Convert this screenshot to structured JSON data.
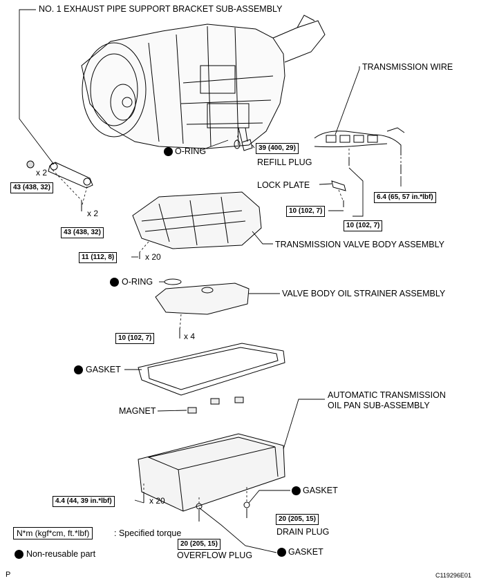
{
  "labels": {
    "bracket": "NO. 1 EXHAUST PIPE SUPPORT BRACKET SUB-ASSEMBLY",
    "trans_wire": "TRANSMISSION WIRE",
    "o_ring_top": "O-RING",
    "refill_plug": "REFILL PLUG",
    "lock_plate": "LOCK PLATE",
    "valve_body": "TRANSMISSION VALVE BODY ASSEMBLY",
    "o_ring_mid": "O-RING",
    "strainer": "VALVE BODY OIL STRAINER ASSEMBLY",
    "gasket_top": "GASKET",
    "magnet": "MAGNET",
    "oil_pan_1": "AUTOMATIC TRANSMISSION",
    "oil_pan_2": "OIL PAN SUB-ASSEMBLY",
    "gasket_right": "GASKET",
    "drain_plug": "DRAIN PLUG",
    "gasket_bottom": "GASKET",
    "overflow_plug": "OVERFLOW PLUG"
  },
  "torques": {
    "refill": "39 (400, 29)",
    "bracket_left": "43 (438, 32)",
    "bracket_bottom": "43 (438, 32)",
    "lock_plate_bolt": "10 (102, 7)",
    "wire_bolt": "10 (102, 7)",
    "wire_small": "6.4 (65, 57 in.*lbf)",
    "valve_body": "11 (112, 8)",
    "strainer": "10 (102, 7)",
    "oil_pan": "4.4 (44, 39 in.*lbf)",
    "drain": "20 (205, 15)",
    "overflow": "20 (205, 15)"
  },
  "quantities": {
    "bracket_nut": "x 2",
    "bracket_bolt": "x 2",
    "valve_body": "x 20",
    "strainer": "x 4",
    "oil_pan": "x 20"
  },
  "legend": {
    "torque_unit": "N*m (kgf*cm, ft.*lbf)",
    "torque_desc": ": Specified torque",
    "non_reusable": "Non-reusable part"
  },
  "footer": {
    "left": "P",
    "code": "C119296E01"
  }
}
